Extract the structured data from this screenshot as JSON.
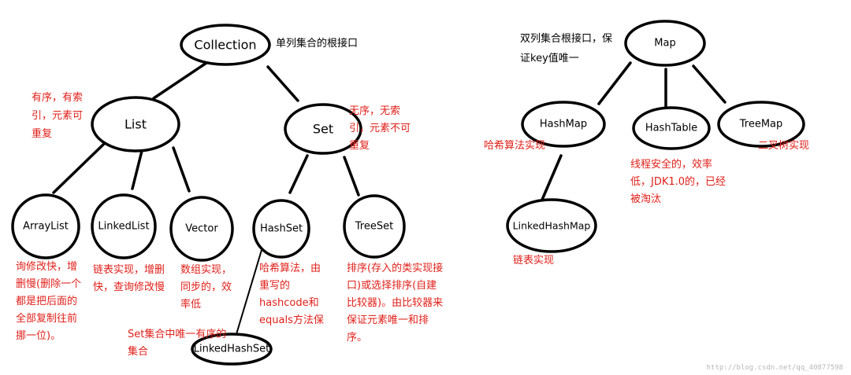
{
  "colors": {
    "node_stroke": "#000000",
    "note_text": "#e0201a",
    "watermark": "#b8b8b8"
  },
  "nodes": {
    "collection": "Collection",
    "list": "List",
    "set": "Set",
    "arraylist": "ArrayList",
    "linkedlist": "LinkedList",
    "vector": "Vector",
    "hashset": "HashSet",
    "treeset": "TreeSet",
    "linkedhashset": "LinkedHashSet",
    "map": "Map",
    "hashmap": "HashMap",
    "hashtable": "HashTable",
    "treemap": "TreeMap",
    "linkedhashmap": "LinkedHashMap"
  },
  "notes": {
    "collection": [
      "单列集合的根接口"
    ],
    "list": [
      "有序，有索",
      "引，元素可",
      "重复"
    ],
    "set": [
      "无序，无索",
      "引，元素不可",
      "重复"
    ],
    "arraylist": [
      "询修改快，增",
      "删慢(删除一个",
      "都是把后面的",
      "全部复制往前",
      "挪一位)。"
    ],
    "linkedlist": [
      "链表实现，增删",
      "快，查询修改慢"
    ],
    "vector": [
      "数组实现，",
      "同步的，效",
      "率低"
    ],
    "hashset": [
      "哈希算法，由",
      "重写的",
      "hashcode和",
      "equals方法保"
    ],
    "treeset": [
      "排序(存入的类实现接",
      "口)或选择排序(自建",
      "比较器)。由比较器来",
      "保证元素唯一和排",
      "序。"
    ],
    "linkedhashset": [
      "Set集合中唯一有序的",
      "集合"
    ],
    "map": [
      "双列集合根接口，保",
      "证key值唯一"
    ],
    "hashmap": [
      "哈希算法实现"
    ],
    "hashtable": [
      "线程安全的，效率",
      "低，JDK1.0的，已经",
      "被淘汰"
    ],
    "treemap": [
      "二叉树实现"
    ],
    "linkedhashmap": [
      "链表实现"
    ]
  },
  "watermark": "http://blog.csdn.net/qq_40877598"
}
